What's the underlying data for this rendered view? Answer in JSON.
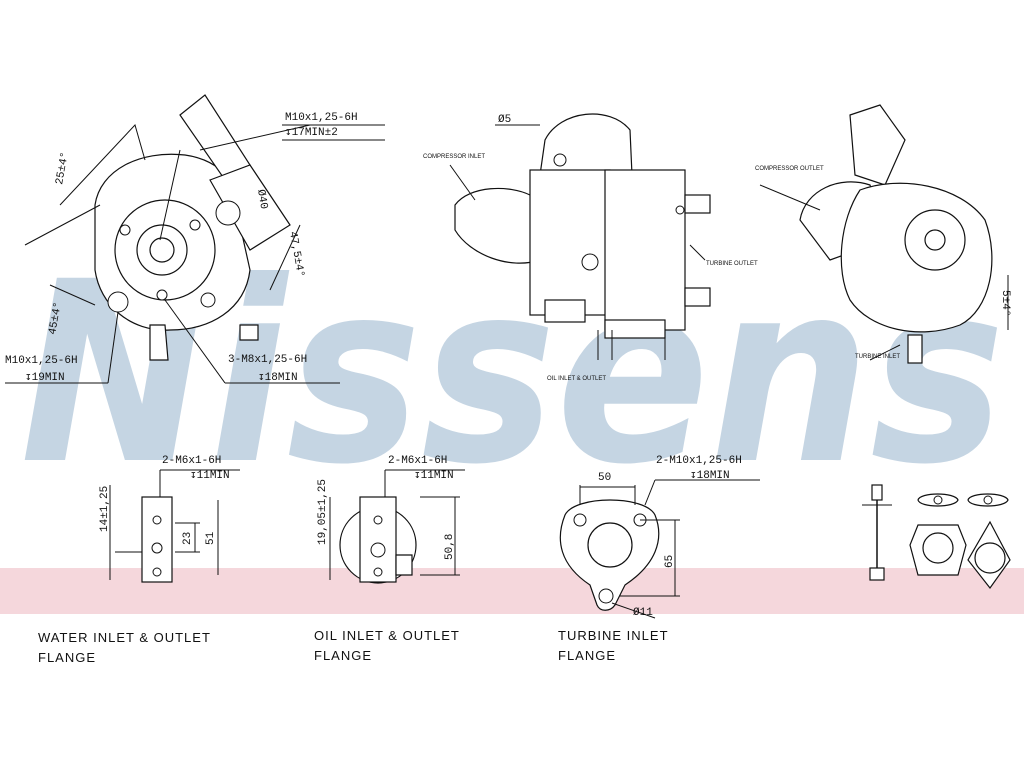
{
  "brand": "Nissens",
  "colors": {
    "watermark": "#c5d5e3",
    "band": "#f5d7dc",
    "line": "#111111"
  },
  "views": {
    "left": {
      "dim_thread_top": "M10x1,25-6H",
      "dim_depth_top": "↧17MIN±2",
      "dim_angle_25": "25±4°",
      "dim_dia_40": "Ø40",
      "dim_angle_47": "47,5±4°",
      "dim_angle_45": "45±4°",
      "dim_thread_left": "M10x1,25-6H",
      "dim_depth_left": "↧19MIN",
      "dim_thread_bottom": "3-M8x1,25-6H",
      "dim_depth_bottom": "↧18MIN"
    },
    "middle": {
      "dim_dia_5": "Ø5",
      "compressor_inlet": "COMPRESSOR INLET",
      "turbine_outlet": "TURBINE OUTLET",
      "oil_inlet_outlet": "OIL INLET & OUTLET"
    },
    "right": {
      "compressor_outlet": "COMPRESSOR OUTLET",
      "turbine_inlet": "TURBINE INLET",
      "dim_angle_5": "5±4°"
    }
  },
  "flanges": {
    "water": {
      "thread": "2-M6x1-6H",
      "depth": "↧11MIN",
      "dim_14": "14±1,25",
      "dim_23": "23",
      "dim_51": "51",
      "caption_line1": "WATER INLET & OUTLET",
      "caption_line2": "FLANGE"
    },
    "oil": {
      "thread": "2-M6x1-6H",
      "depth": "↧11MIN",
      "dim_19": "19,05±1,25",
      "dim_50": "50,8",
      "caption_line1": "OIL INLET & OUTLET",
      "caption_line2": "FLANGE"
    },
    "turbine": {
      "thread": "2-M10x1,25-6H",
      "depth": "↧18MIN",
      "dim_50": "50",
      "dim_65": "65",
      "dim_dia_11": "Ø11",
      "caption_line1": "TURBINE INLET",
      "caption_line2": "FLANGE"
    }
  }
}
